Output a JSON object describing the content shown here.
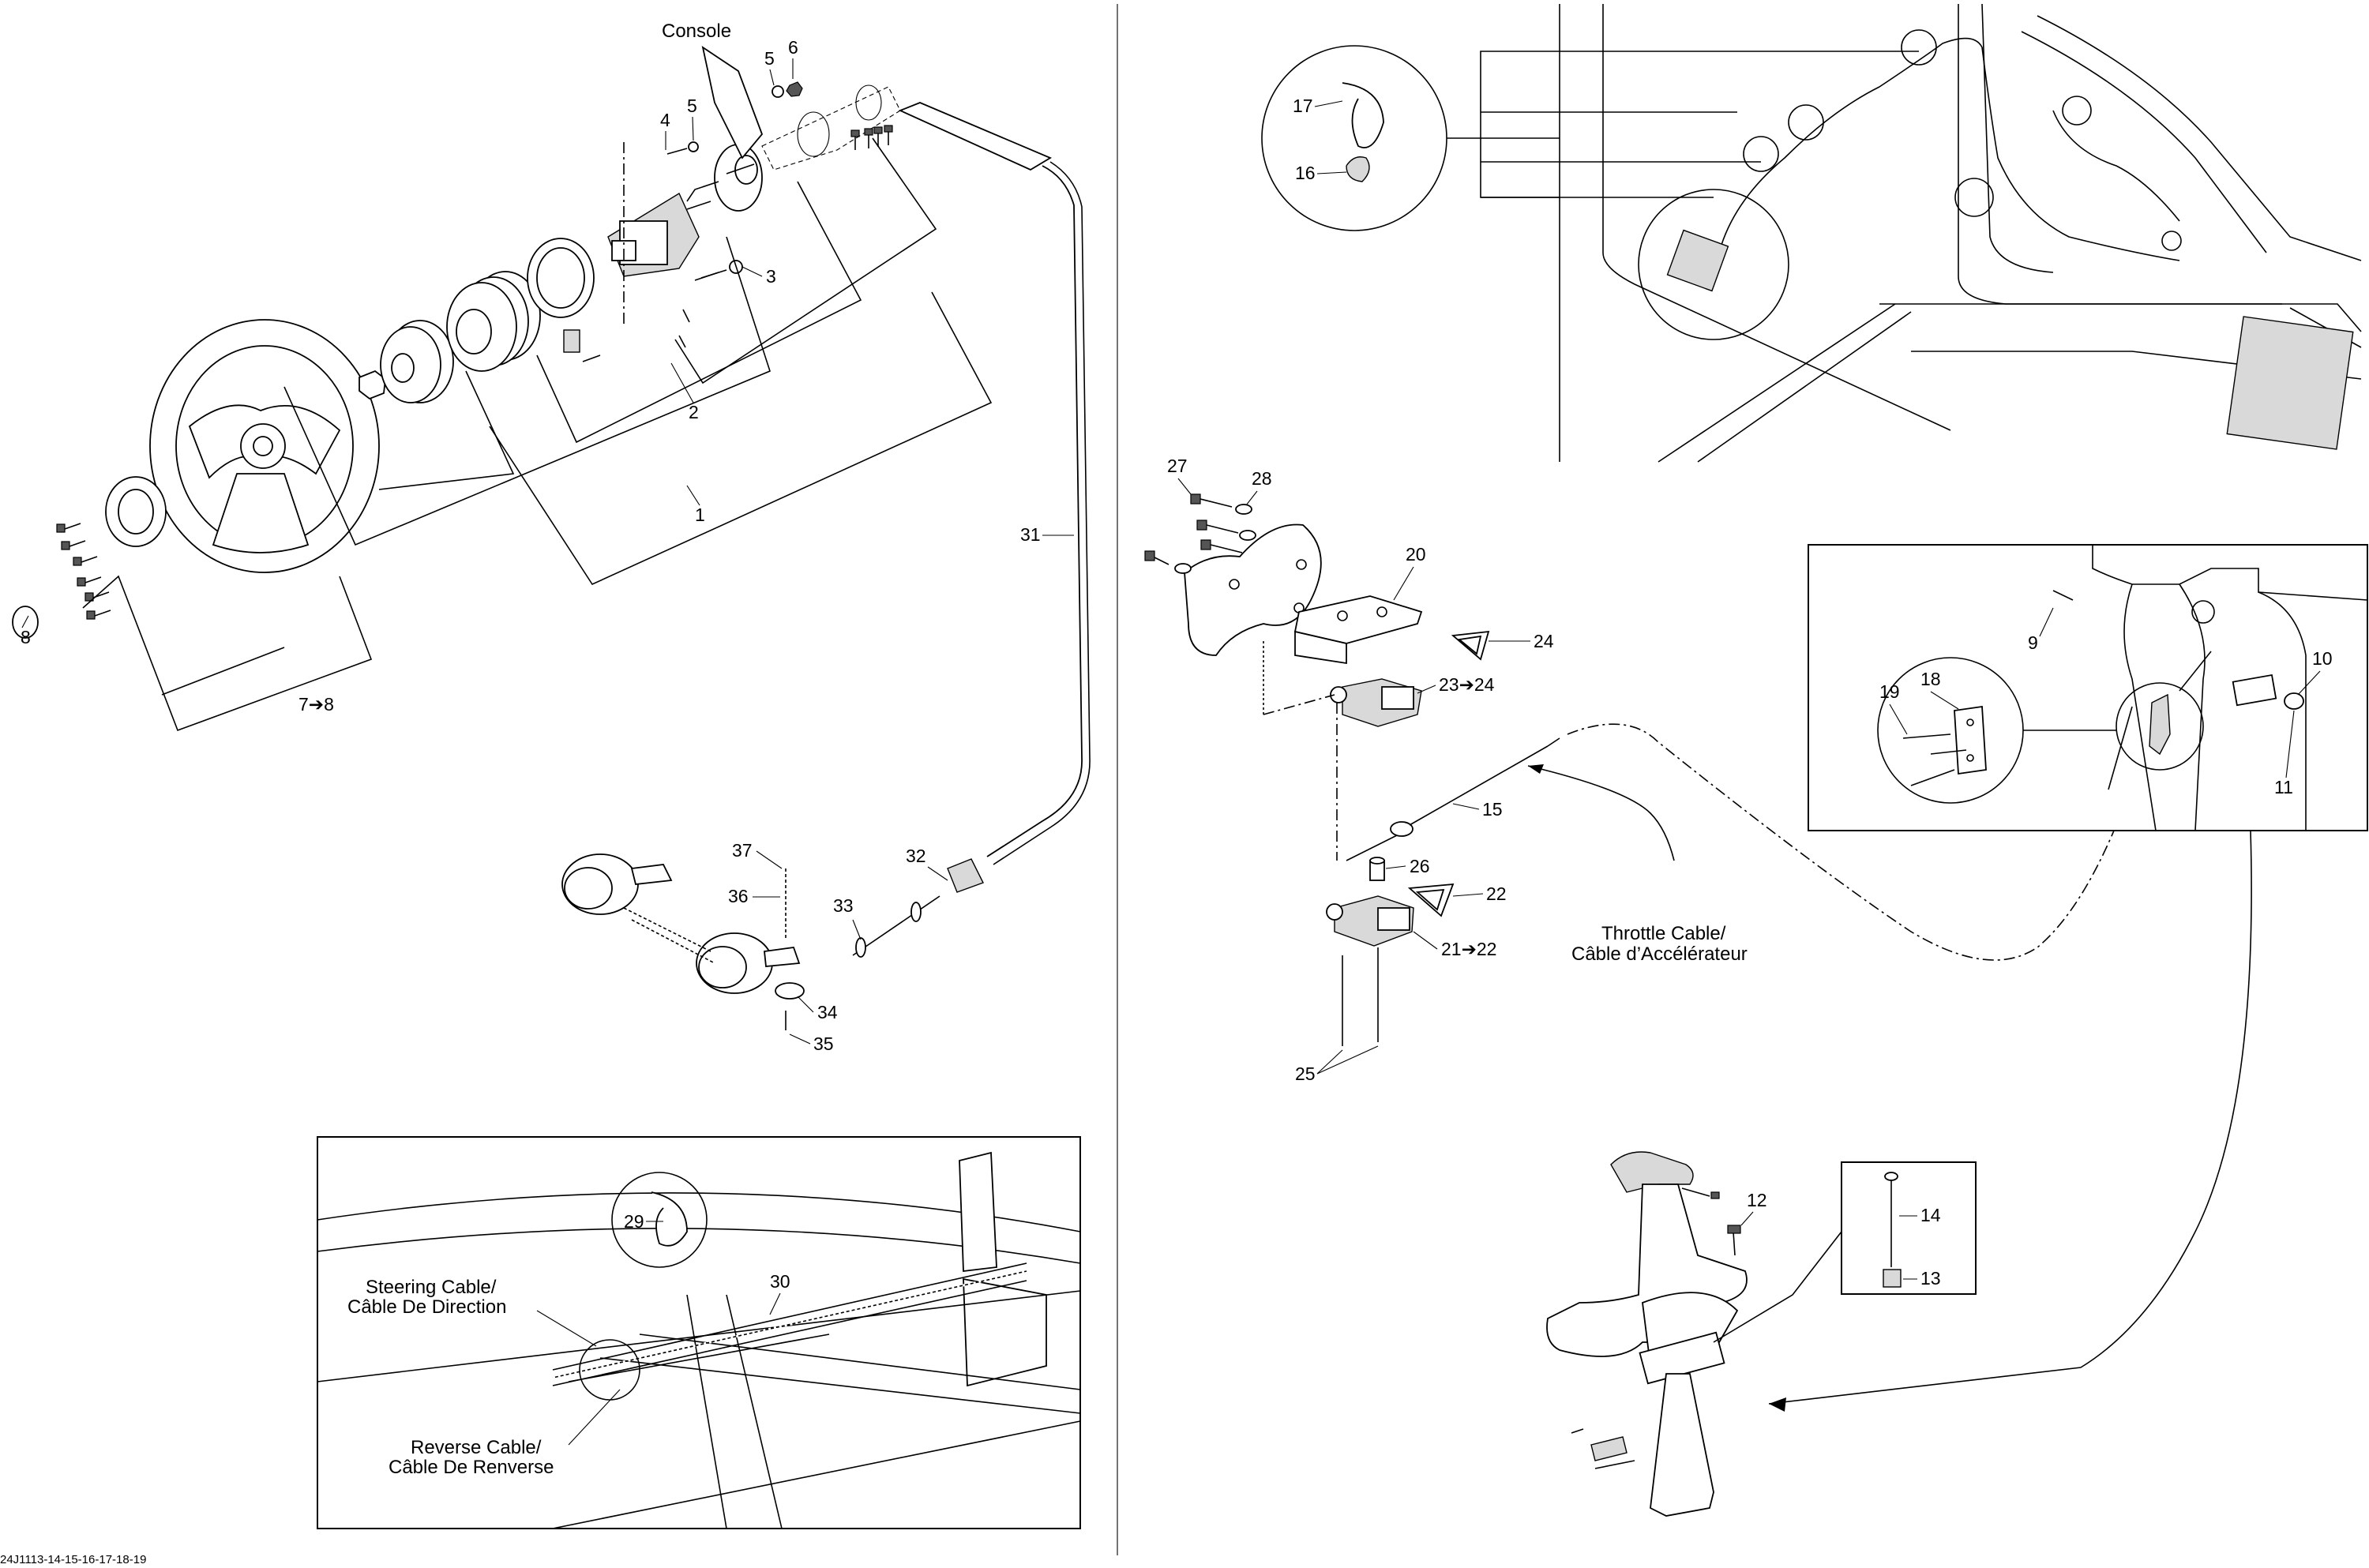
{
  "labels": {
    "console": "Console",
    "steering_cable": [
      "Steering Cable/",
      "Câble De Direction"
    ],
    "reverse_cable": [
      "Reverse Cable/",
      "Câble De Renverse"
    ],
    "throttle_cable": [
      "Throttle Cable/",
      "Câble d’Accélérateur"
    ]
  },
  "callouts": {
    "c1": "1",
    "c2": "2",
    "c3": "3",
    "c4": "4",
    "c5a": "5",
    "c5b": "5",
    "c6": "6",
    "c7": "7➔8",
    "c8": "8",
    "c9": "9",
    "c10": "10",
    "c11": "11",
    "c12": "12",
    "c13": "13",
    "c14": "14",
    "c15": "15",
    "c16": "16",
    "c17": "17",
    "c18": "18",
    "c19": "19",
    "c20": "20",
    "c21": "21➔22",
    "c22": "22",
    "c23": "23➔24",
    "c24": "24",
    "c25": "25",
    "c26": "26",
    "c27": "27",
    "c28": "28",
    "c29": "29",
    "c30": "30",
    "c31": "31",
    "c32": "32",
    "c33": "33",
    "c34": "34",
    "c35": "35",
    "c36": "36",
    "c37": "37"
  },
  "footer_code": "24J1113-14-15-16-17-18-19"
}
